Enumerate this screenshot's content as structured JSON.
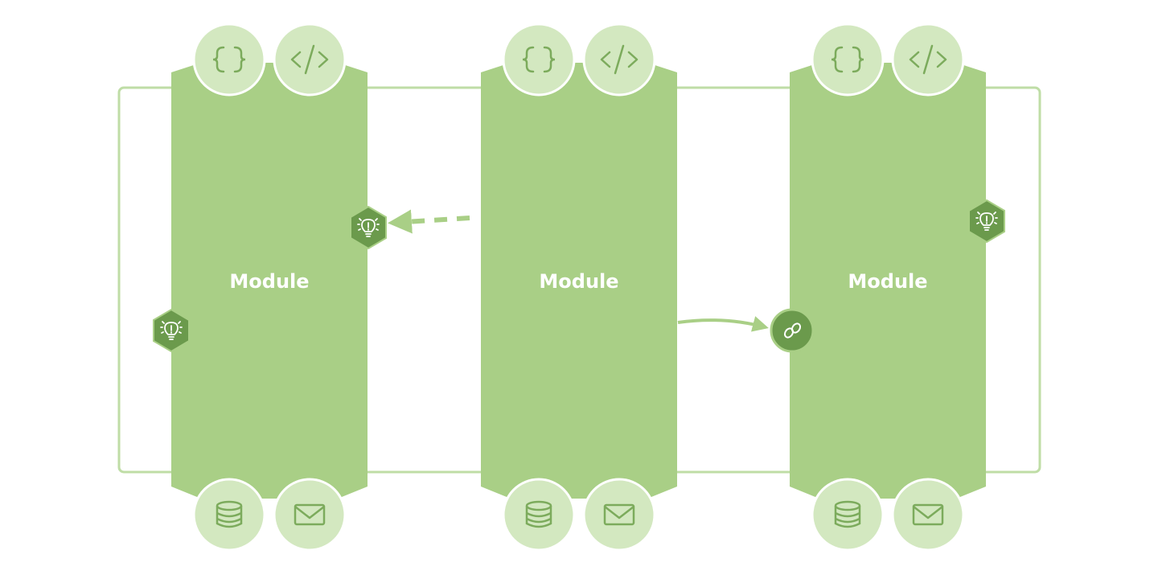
{
  "modules": [
    {
      "label": "Module",
      "top_icons": [
        "braces-icon",
        "code-tag-icon"
      ],
      "bottom_icons": [
        "database-icon",
        "mail-icon"
      ]
    },
    {
      "label": "Module",
      "top_icons": [
        "braces-icon",
        "code-tag-icon"
      ],
      "bottom_icons": [
        "database-icon",
        "mail-icon"
      ]
    },
    {
      "label": "Module",
      "top_icons": [
        "braces-icon",
        "code-tag-icon"
      ],
      "bottom_icons": [
        "database-icon",
        "mail-icon"
      ]
    }
  ],
  "ports": [
    {
      "module": 0,
      "side": "right",
      "shape": "hexagon",
      "icon": "lightbulb-icon"
    },
    {
      "module": 0,
      "side": "left",
      "shape": "hexagon",
      "icon": "lightbulb-icon"
    },
    {
      "module": 2,
      "side": "right",
      "shape": "hexagon",
      "icon": "lightbulb-icon"
    },
    {
      "module": 2,
      "side": "left",
      "shape": "circle",
      "icon": "beans-icon"
    }
  ],
  "connections": [
    {
      "from": 1,
      "to": 0,
      "style": "dashed",
      "target": "lightbulb-port"
    },
    {
      "from": 1,
      "to": 2,
      "style": "solid",
      "target": "beans-port"
    }
  ],
  "colors": {
    "module_fill": "#a9cf86",
    "icon_circle": "#d3e8c0",
    "icon_stroke": "#7cab5c",
    "port_dark": "#6b9a4c",
    "frame": "#bfdda6",
    "arrow": "#a9cf86"
  }
}
